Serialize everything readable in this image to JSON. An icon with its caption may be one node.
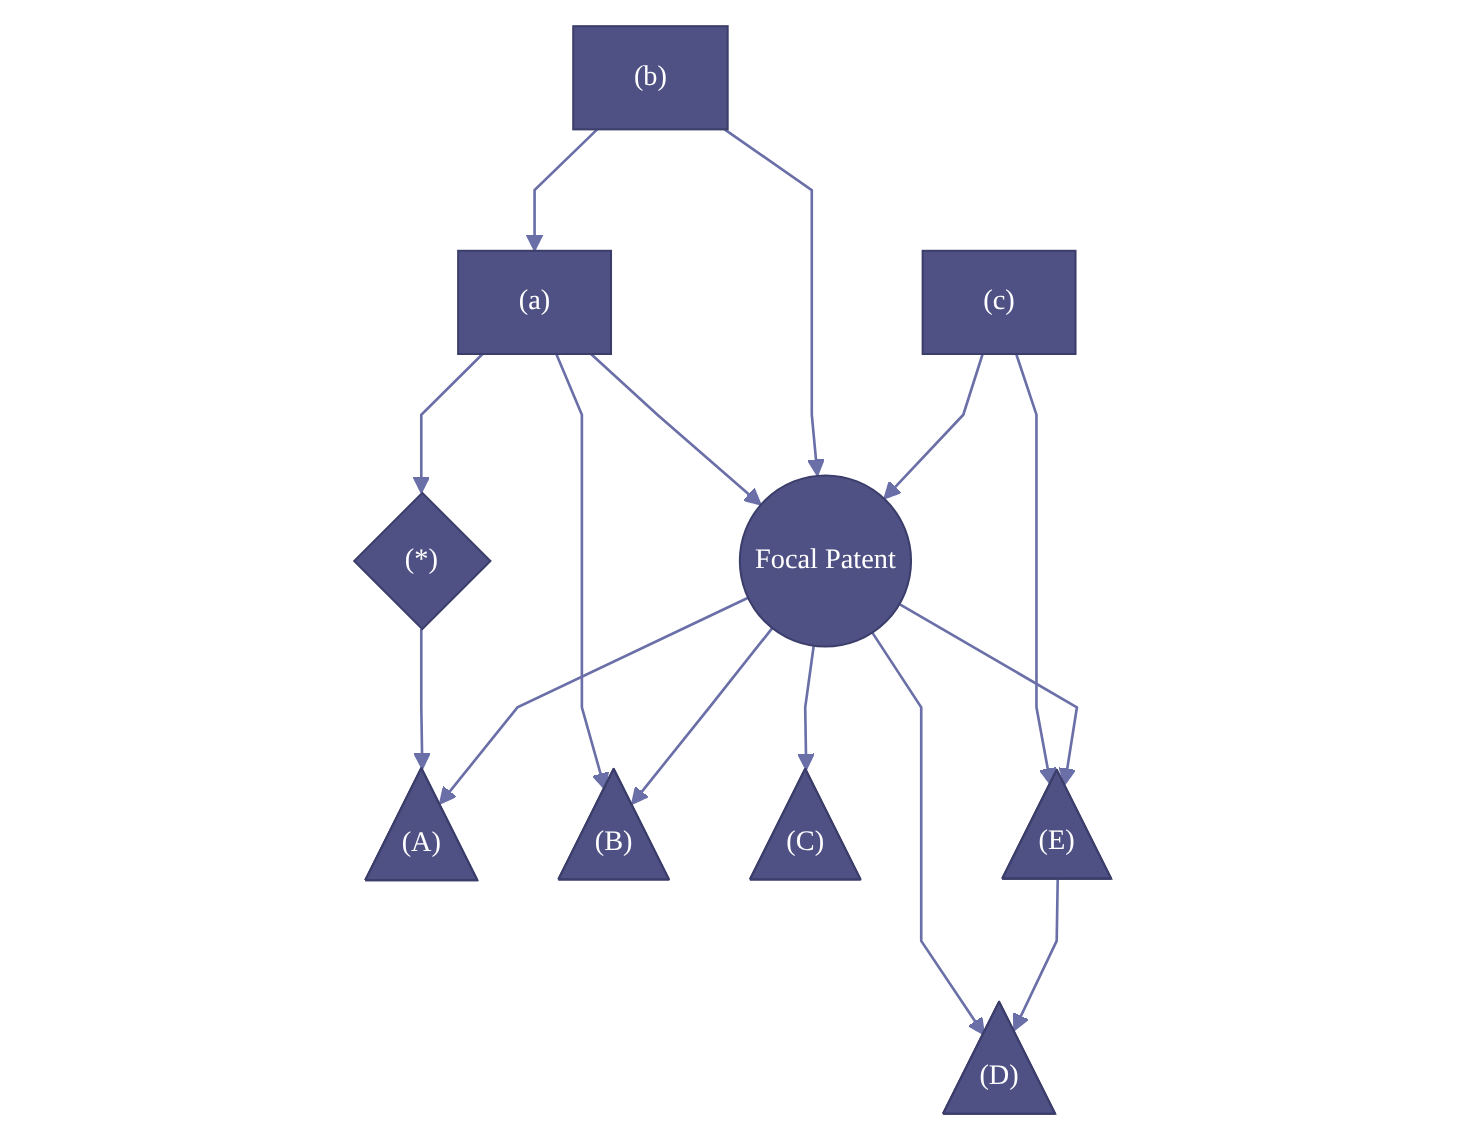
{
  "diagram": {
    "nodes": [
      {
        "text": [
          "(a)"
        ]
      },
      {
        "text": [
          "(b)"
        ]
      },
      {
        "text": [
          "(c)"
        ]
      },
      {
        "text": [
          "(*)"
        ]
      },
      {
        "text": [
          "Focal Patent"
        ]
      },
      {
        "text": [
          "(A)"
        ]
      },
      {
        "text": [
          "(B)"
        ]
      },
      {
        "text": [
          "(C)"
        ]
      },
      {
        "text": [
          "(D)"
        ]
      },
      {
        "text": [
          "(E)"
        ]
      }
    ],
    "edges": [
      {
        "from": 1,
        "to": 0,
        "arrow": "to"
      },
      {
        "from": 0,
        "to": 3,
        "arrow": "to"
      },
      {
        "from": 0,
        "to": 6,
        "arrow": "to"
      },
      {
        "from": 0,
        "to": 4,
        "arrow": "to"
      },
      {
        "from": 1,
        "to": 4,
        "arrow": "to"
      },
      {
        "from": 2,
        "to": 4,
        "arrow": "to"
      },
      {
        "from": 2,
        "to": 9,
        "arrow": "to"
      },
      {
        "from": 3,
        "to": 5,
        "arrow": "to"
      },
      {
        "from": 4,
        "to": 5,
        "arrow": "to"
      },
      {
        "from": 4,
        "to": 6,
        "arrow": "to"
      },
      {
        "from": 4,
        "to": 7,
        "arrow": "to"
      },
      {
        "from": 4,
        "to": 8,
        "arrow": "to"
      },
      {
        "from": 4,
        "to": 9,
        "arrow": "to"
      },
      {
        "from": 9,
        "to": 8,
        "arrow": "to"
      }
    ]
  }
}
